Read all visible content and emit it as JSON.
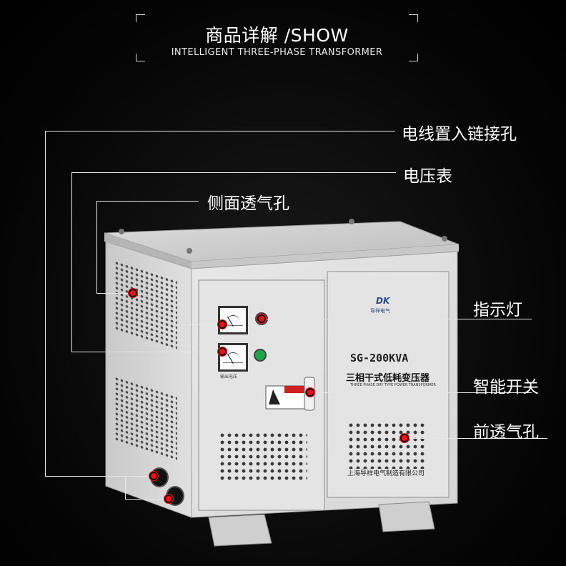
{
  "header": {
    "title": "商品详解 /SHOW",
    "subtitle": "INTELLIGENT THREE-PHASE TRANSFORMER"
  },
  "callouts": {
    "cable_hole": "电线置入链接孔",
    "voltmeter": "电压表",
    "side_vent": "侧面透气孔",
    "indicator_light": "指示灯",
    "smart_switch": "智能开关",
    "front_vent": "前透气孔"
  },
  "product": {
    "logo_text": "DK",
    "brand_small": "导祥电气",
    "model": "SG-200KVA",
    "name_cn": "三相干式低耗变压器",
    "name_en": "THREE PHASE DRY TYPE POWER TRANSFORMER",
    "manufacturer": "上海导祥电气制造有限公司",
    "meter_label": "输出电压"
  },
  "colors": {
    "cabinet": "#e3e3e3",
    "marker": "#e11111",
    "lamp_red": "#d91c1c",
    "lamp_green": "#1fa64a"
  }
}
